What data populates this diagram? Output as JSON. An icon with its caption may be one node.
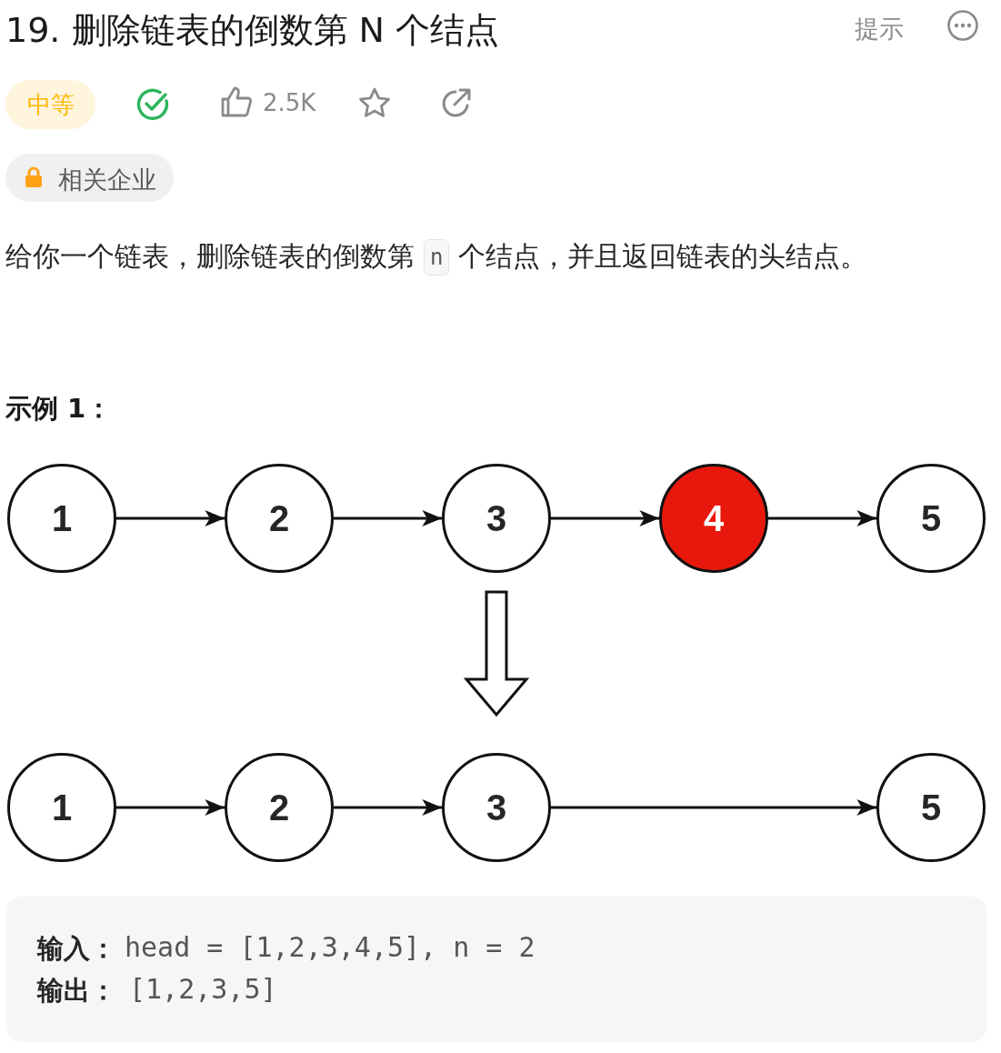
{
  "diagram": {
    "title": "19. 删除链表的倒数第 N 个结点",
    "nodes": [
      {
        "text": [
          "1"
        ]
      },
      {
        "text": [
          "2"
        ]
      },
      {
        "text": [
          "3"
        ]
      },
      {
        "text": [
          "4"
        ]
      },
      {
        "text": [
          "5"
        ]
      },
      {
        "text": [
          "1"
        ]
      },
      {
        "text": [
          "2"
        ]
      },
      {
        "text": [
          "3"
        ]
      },
      {
        "text": [
          "5"
        ]
      }
    ],
    "edges": [
      {
        "from": 0,
        "to": 1,
        "arrow": "to"
      },
      {
        "from": 1,
        "to": 2,
        "arrow": "to"
      },
      {
        "from": 2,
        "to": 3,
        "arrow": "to"
      },
      {
        "from": 3,
        "to": 4,
        "arrow": "to"
      },
      {
        "from": 5,
        "to": 6,
        "arrow": "to"
      },
      {
        "from": 6,
        "to": 7,
        "arrow": "to"
      },
      {
        "from": 7,
        "to": 8,
        "arrow": "to"
      }
    ],
    "labels": [
      "提示",
      "中等",
      "2.5K",
      "相关企业",
      "给你一个链表，删除链表的倒数第",
      "n",
      "个结点，并且返回链表的头结点。",
      "示例 1：",
      "输入：",
      "head = [1,2,3,4,5], n = 2",
      "输出：",
      "[1,2,3,5]"
    ]
  }
}
